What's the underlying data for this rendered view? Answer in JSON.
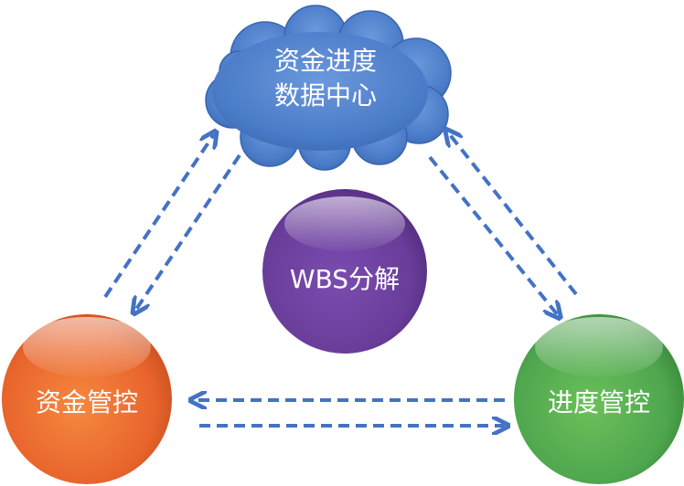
{
  "nodes": {
    "cloud": {
      "line1": "资金进度",
      "line2": "数据中心",
      "color": "#4a7bc8"
    },
    "wbs": {
      "label": "WBS分解",
      "color": "#6a3d9a"
    },
    "funds": {
      "label": "资金管控",
      "color": "#e8642c"
    },
    "progress": {
      "label": "进度管控",
      "color": "#4ea64e"
    }
  },
  "arrow_color": "#4472c4"
}
